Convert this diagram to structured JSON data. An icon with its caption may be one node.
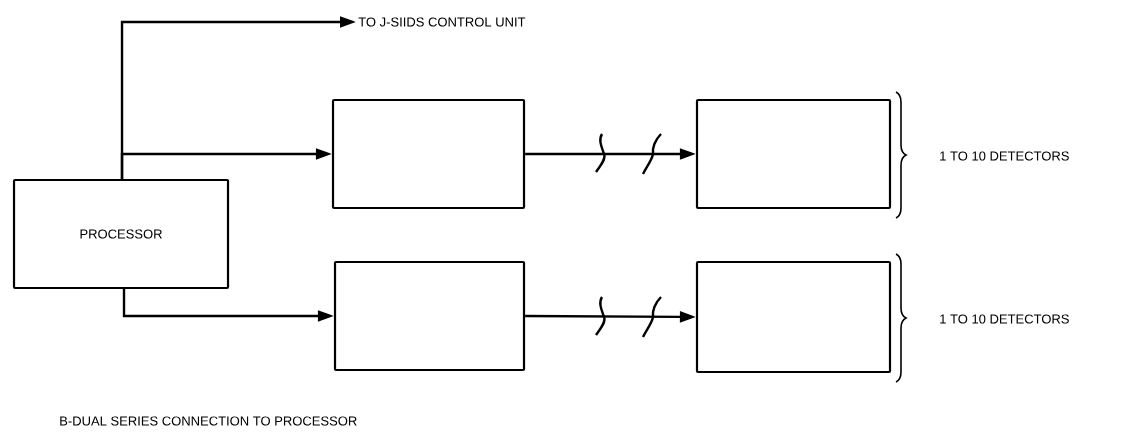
{
  "diagram": {
    "caption": "B-DUAL SERIES CONNECTION TO PROCESSOR",
    "nodes": [
      {
        "text": [
          "PROCESSOR"
        ]
      },
      {
        "text": [],
        "shape": "box"
      },
      {
        "text": [],
        "shape": "box",
        "beside": [
          "1 TO 10 DETECTORS"
        ]
      },
      {
        "text": [],
        "shape": "box"
      },
      {
        "text": [],
        "shape": "box",
        "beside": [
          "1 TO 10 DETECTORS"
        ]
      },
      {
        "text": [
          "TO J-SIIDS CONTROL UNIT"
        ]
      }
    ],
    "edges": [
      {
        "from": 0,
        "to": 5,
        "arrow": "to"
      },
      {
        "from": 0,
        "to": 1,
        "arrow": "to"
      },
      {
        "from": 1,
        "to": 2,
        "arrow": "to"
      },
      {
        "from": 0,
        "to": 3,
        "arrow": "to"
      },
      {
        "from": 3,
        "to": 4,
        "arrow": "to"
      }
    ]
  }
}
